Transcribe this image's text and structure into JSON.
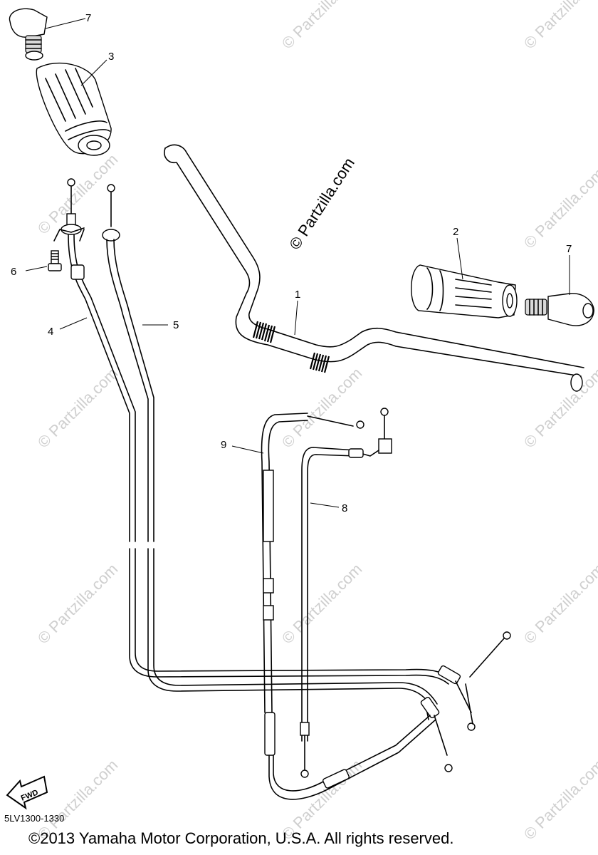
{
  "watermarks": {
    "text": "© Partzilla.com",
    "center_stamp": "© Partzilla.com"
  },
  "callouts": [
    {
      "id": "1",
      "label": "1"
    },
    {
      "id": "2",
      "label": "2"
    },
    {
      "id": "3",
      "label": "3"
    },
    {
      "id": "4",
      "label": "4"
    },
    {
      "id": "5",
      "label": "5"
    },
    {
      "id": "6",
      "label": "6"
    },
    {
      "id": "7a",
      "label": "7"
    },
    {
      "id": "7b",
      "label": "7"
    },
    {
      "id": "8",
      "label": "8"
    },
    {
      "id": "9",
      "label": "9"
    }
  ],
  "fwd_badge": "FWD",
  "page_code": "5LV1300-1330",
  "copyright": "©2013  Yamaha Motor Corporation, U.S.A. All rights reserved."
}
